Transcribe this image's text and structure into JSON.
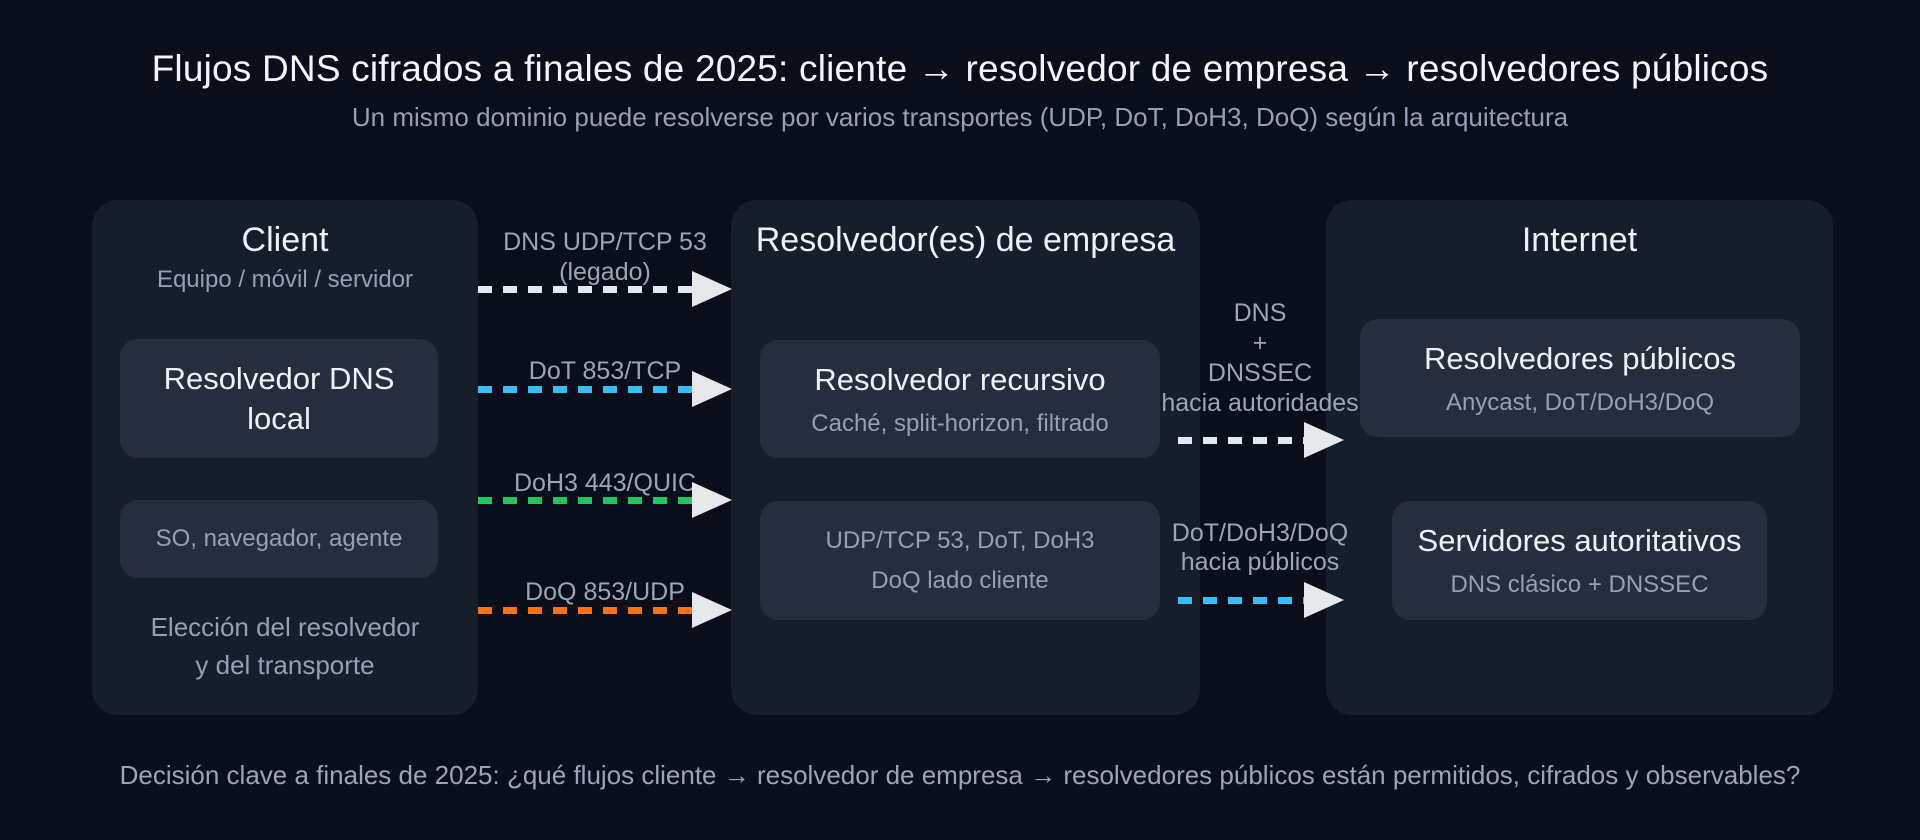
{
  "header": {
    "title": "Flujos DNS cifrados a finales de 2025: cliente → resolvedor de empresa → resolvedores públicos",
    "subtitle": "Un mismo dominio puede resolverse por varios transportes (UDP, DoT, DoH3, DoQ) según la arquitectura"
  },
  "panels": {
    "client": {
      "title": "Client",
      "subtitle": "Equipo / móvil / servidor",
      "local_resolver_box": {
        "line1": "Resolvedor DNS",
        "line2": "local"
      },
      "os_box": {
        "text": "SO, navegador, agente"
      },
      "note": {
        "line1": "Elección del resolvedor",
        "line2": "y del transporte"
      }
    },
    "enterprise": {
      "title": "Resolvedor(es) de empresa",
      "recursive_box": {
        "title": "Resolvedor recursivo",
        "subtitle": "Caché, split-horizon, filtrado"
      },
      "transports_box": {
        "line1": "UDP/TCP 53, DoT, DoH3",
        "line2": "DoQ lado cliente"
      }
    },
    "internet": {
      "title": "Internet",
      "public_box": {
        "title": "Resolvedores públicos",
        "subtitle": "Anycast, DoT/DoH3/DoQ"
      },
      "authoritative_box": {
        "title": "Servidores autoritativos",
        "subtitle": "DNS clásico + DNSSEC"
      }
    }
  },
  "arrows": {
    "legacy": {
      "label_line1": "DNS UDP/TCP 53",
      "label_line2": "(legado)",
      "color": "#e2e8f0"
    },
    "dot": {
      "label": "DoT 853/TCP",
      "color": "#38bdf8"
    },
    "doh3": {
      "label": "DoH3 443/QUIC",
      "color": "#22c55e"
    },
    "doq": {
      "label": "DoQ 853/UDP",
      "color": "#f97316"
    },
    "to_authorities": {
      "line1": "DNS",
      "line2": "+",
      "line3": "DNSSEC",
      "line4": "hacia autoridades",
      "color": "#e2e8f0"
    },
    "to_public": {
      "line1": "DoT/DoH3/DoQ",
      "line2": "hacia públicos",
      "color": "#38bdf8"
    }
  },
  "footer": "Decisión clave a finales de 2025: ¿qué flujos cliente → resolvedor de empresa → resolvedores públicos están permitidos, cifrados y observables?",
  "colors": {
    "background": "#0a0e1b",
    "panel": "#161d2b",
    "box": "#262e3d",
    "arrowhead": "#e5e7eb"
  }
}
